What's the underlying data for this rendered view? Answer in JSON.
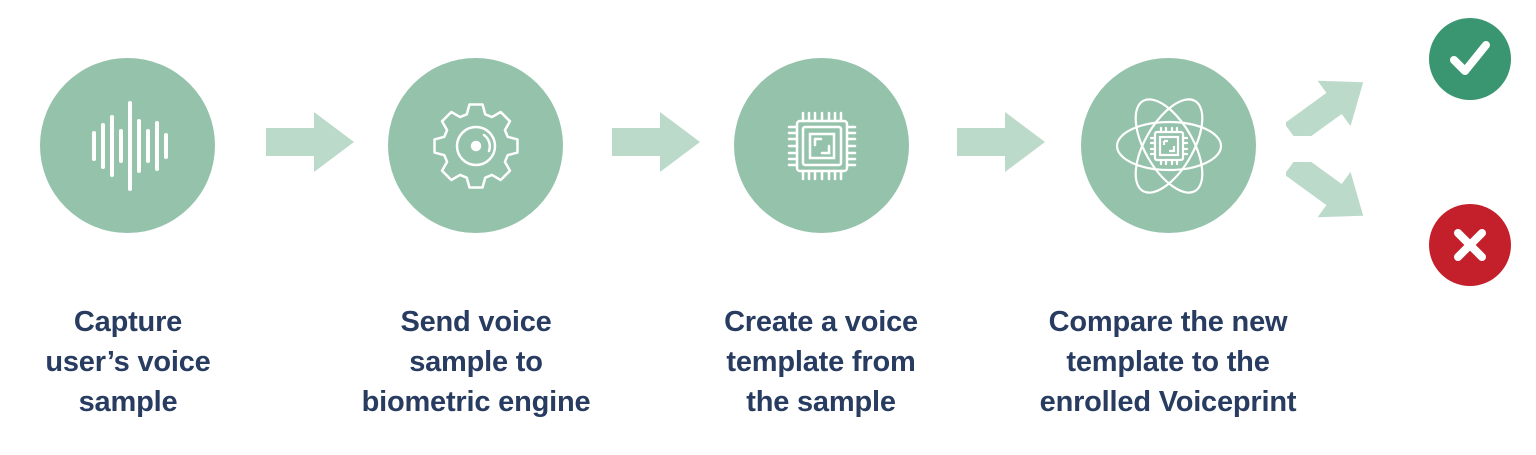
{
  "colors": {
    "circle": "#95c2ab",
    "arrow": "#bcdaca",
    "icon_stroke": "#ffffff",
    "label_text": "#283b60",
    "success": "#3a9671",
    "failure": "#c4202b"
  },
  "steps": [
    {
      "icon": "sound-wave-icon",
      "label_lines": [
        "Capture",
        "user’s voice",
        "sample"
      ]
    },
    {
      "icon": "gear-icon",
      "label_lines": [
        "Send voice",
        "sample to",
        "biometric engine"
      ]
    },
    {
      "icon": "processor-chip-icon",
      "label_lines": [
        "Create a voice",
        "template from",
        "the sample"
      ]
    },
    {
      "icon": "atom-chip-icon",
      "label_lines": [
        "Compare the new",
        "template to the",
        "enrolled Voiceprint"
      ]
    }
  ],
  "outcomes": {
    "match_icon": "check-icon",
    "no_match_icon": "cross-icon"
  }
}
